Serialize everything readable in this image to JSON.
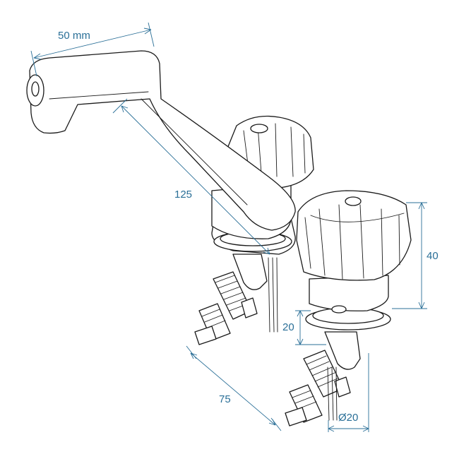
{
  "colors": {
    "dimension": "#2a6f97",
    "line": "#1a1a1a",
    "background": "#ffffff"
  },
  "dimensions": {
    "spout_width": "50 mm",
    "spout_length": "125",
    "tap_height": "40",
    "thread_length": "20",
    "hose_length": "75",
    "hole_diameter": "Ø20"
  }
}
